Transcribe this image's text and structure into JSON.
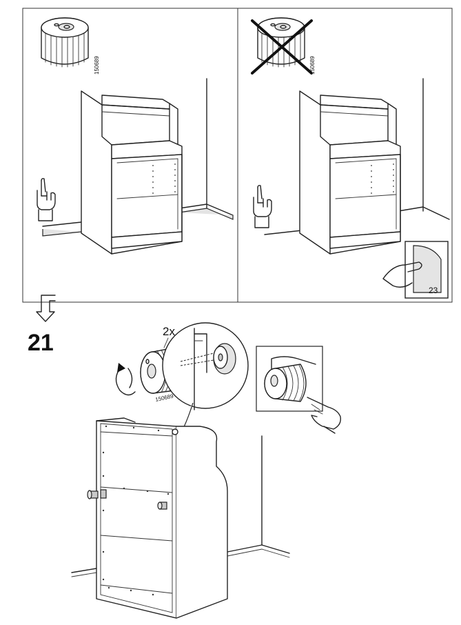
{
  "step": {
    "number": "21",
    "quantity": "2x"
  },
  "part": {
    "code": "150689"
  },
  "panels": {
    "left": {
      "status": "correct",
      "icon": "pointing-hand-icon"
    },
    "right": {
      "status": "incorrect",
      "icon": "pointing-hand-icon",
      "page_reference": "23",
      "page_icon": "turn-page-icon"
    }
  },
  "icons": {
    "arrow": "down-arrow-icon",
    "rotate": "rotate-arrow-icon",
    "cross": "cross-icon",
    "press": "finger-press-icon"
  }
}
